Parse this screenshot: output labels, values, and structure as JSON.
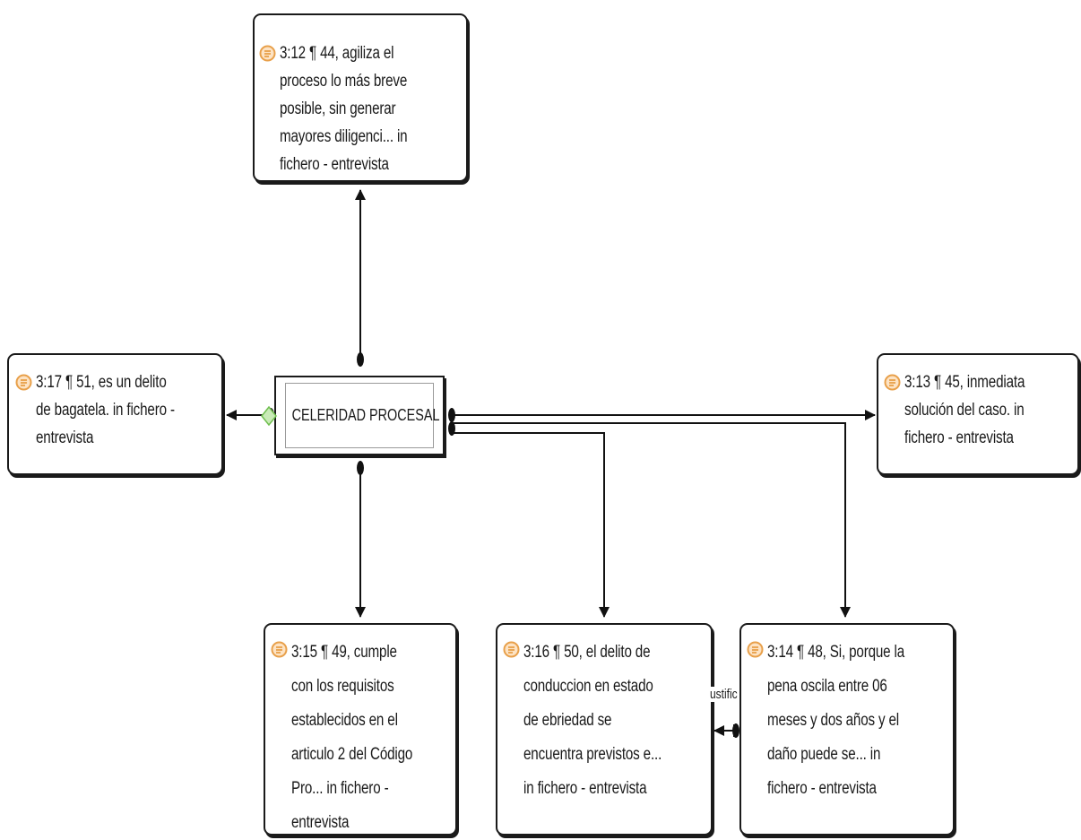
{
  "code": {
    "label": "CELERIDAD PROCESAL",
    "icon": "diamond-code-icon"
  },
  "quotes": {
    "q12": {
      "text": "3:12 ¶ 44, agiliza el proceso lo más breve posible, sin generar mayores diligenci... in fichero - entrevista"
    },
    "q17": {
      "text": "3:17 ¶ 51, es un delito de bagatela. in fichero - entrevista"
    },
    "q13": {
      "text": "3:13 ¶ 45, inmediata solución del caso. in fichero - entrevista"
    },
    "q15": {
      "text": "3:15 ¶ 49, cumple con los requisitos establecidos en el articulo 2 del Código Pro... in fichero - entrevista"
    },
    "q16": {
      "text": "3:16 ¶ 50, el delito de conduccion en estado de ebriedad se encuentra previstos e... in fichero - entrevista"
    },
    "q14": {
      "text": "3:14 ¶ 48, Si, porque la pena oscila entre 06 meses y dos años y el daño puede se... in fichero - entrevista"
    }
  },
  "relation": {
    "label": "ustific"
  },
  "colors": {
    "quote_icon": "#e8a04a",
    "code_icon": "#8ccf6e",
    "line": "#111111"
  }
}
